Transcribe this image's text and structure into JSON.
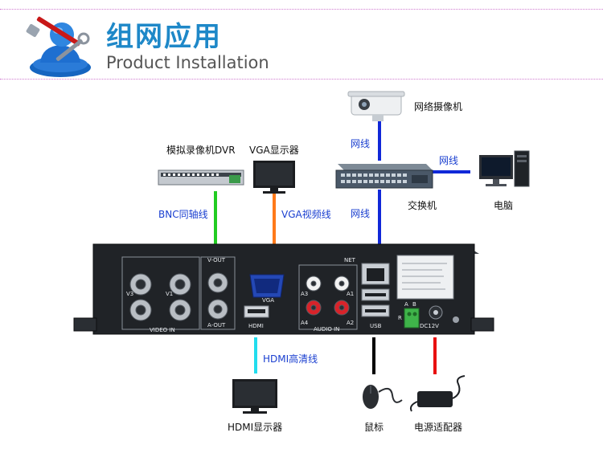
{
  "header": {
    "title_cn": "组网应用",
    "title_en": "Product Installation",
    "logo_icon": "tools-person-icon",
    "accent_color": "#1e88c8",
    "divider_color": "#d07bd0"
  },
  "devices": {
    "ip_camera": "网络摄像机",
    "analog_dvr": "模拟录像机DVR",
    "vga_monitor": "VGA显示器",
    "switch": "交换机",
    "computer": "电脑",
    "hdmi_monitor": "HDMI显示器",
    "mouse": "鼠标",
    "power_adapter": "电源适配器"
  },
  "cables": {
    "camera_net": "网线",
    "pc_net": "网线",
    "switch_net": "网线",
    "bnc": "BNC同轴线",
    "vga": "VGA视频线",
    "hdmi": "HDMI高清线",
    "colors": {
      "bnc": "#22cc22",
      "vga": "#ff7a1a",
      "net": "#1028d8",
      "hdmi": "#22ddee",
      "mouse": "#000000",
      "power": "#e81010"
    }
  },
  "panel": {
    "net": "NET",
    "v_out_top": "V-OUT",
    "a_out": "A-OUT",
    "video_in": "VIDEO IN",
    "vga": "VGA",
    "hdmi": "HDMI",
    "audio_in": "AUDIO IN",
    "usb": "USB",
    "dc": "DC12V",
    "a3": "A3",
    "a1": "A1",
    "a4": "A4",
    "a2": "A2",
    "v3": "V3",
    "v1": "V1",
    "ab_a": "A",
    "ab_b": "B",
    "r": "R"
  }
}
